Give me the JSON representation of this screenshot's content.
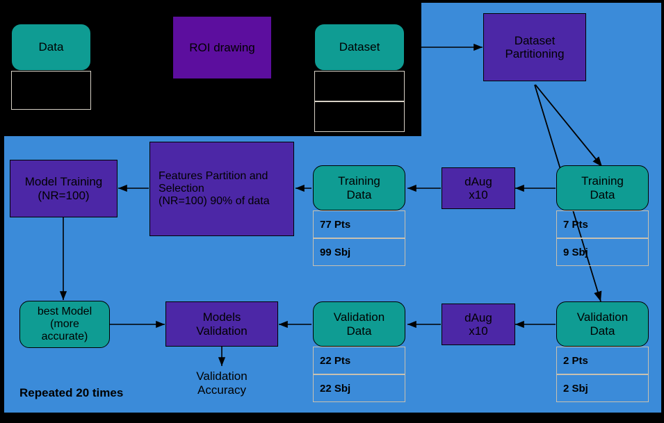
{
  "diagram": {
    "title": "Machine learning pipeline flow diagram",
    "colors": {
      "panel_blue": "#3b8bd9",
      "background_black": "#000000",
      "teal_data": "#0f9c93",
      "purple_process": "#4c27a6",
      "deep_violet": "#5c0e9e",
      "cell_border": "#c9c1b0",
      "edge": "#000000"
    }
  },
  "top_row": {
    "data_box": {
      "label": "Data"
    },
    "data_cells": [
      {
        "text": ""
      }
    ],
    "roi_box": {
      "label": "ROI drawing"
    },
    "dataset_box": {
      "label": "Dataset"
    },
    "dataset_cells": [
      {
        "text": ""
      },
      {
        "text": ""
      }
    ],
    "dataset_partitioning": {
      "label": "Dataset\nPartitioning"
    }
  },
  "training_row": {
    "model_training": {
      "label": "Model Training\n(NR=100)"
    },
    "features": {
      "label": "Features Partition and\nSelection\n(NR=100) 90% of data"
    },
    "training_data_left": {
      "label": "Training\nData",
      "cells": [
        {
          "text": "77 Pts"
        },
        {
          "text": "99 Sbj"
        }
      ]
    },
    "daug_training": {
      "label": "dAug\nx10"
    },
    "training_data_right": {
      "label": "Training\nData",
      "cells": [
        {
          "text": "7 Pts"
        },
        {
          "text": "9 Sbj"
        }
      ]
    }
  },
  "validation_row": {
    "best_model": {
      "label": "best Model\n(more\naccurate)"
    },
    "models_validation": {
      "label": "Models\nValidation"
    },
    "validation_data_left": {
      "label": "Validation\nData",
      "cells": [
        {
          "text": "22 Pts"
        },
        {
          "text": "22 Sbj"
        }
      ]
    },
    "daug_validation": {
      "label": "dAug\nx10"
    },
    "validation_data_right": {
      "label": "Validation\nData",
      "cells": [
        {
          "text": "2 Pts"
        },
        {
          "text": "2 Sbj"
        }
      ]
    },
    "validation_accuracy": {
      "label": "Validation\nAccuracy"
    },
    "repeated_note": {
      "label": "Repeated 20 times"
    }
  }
}
